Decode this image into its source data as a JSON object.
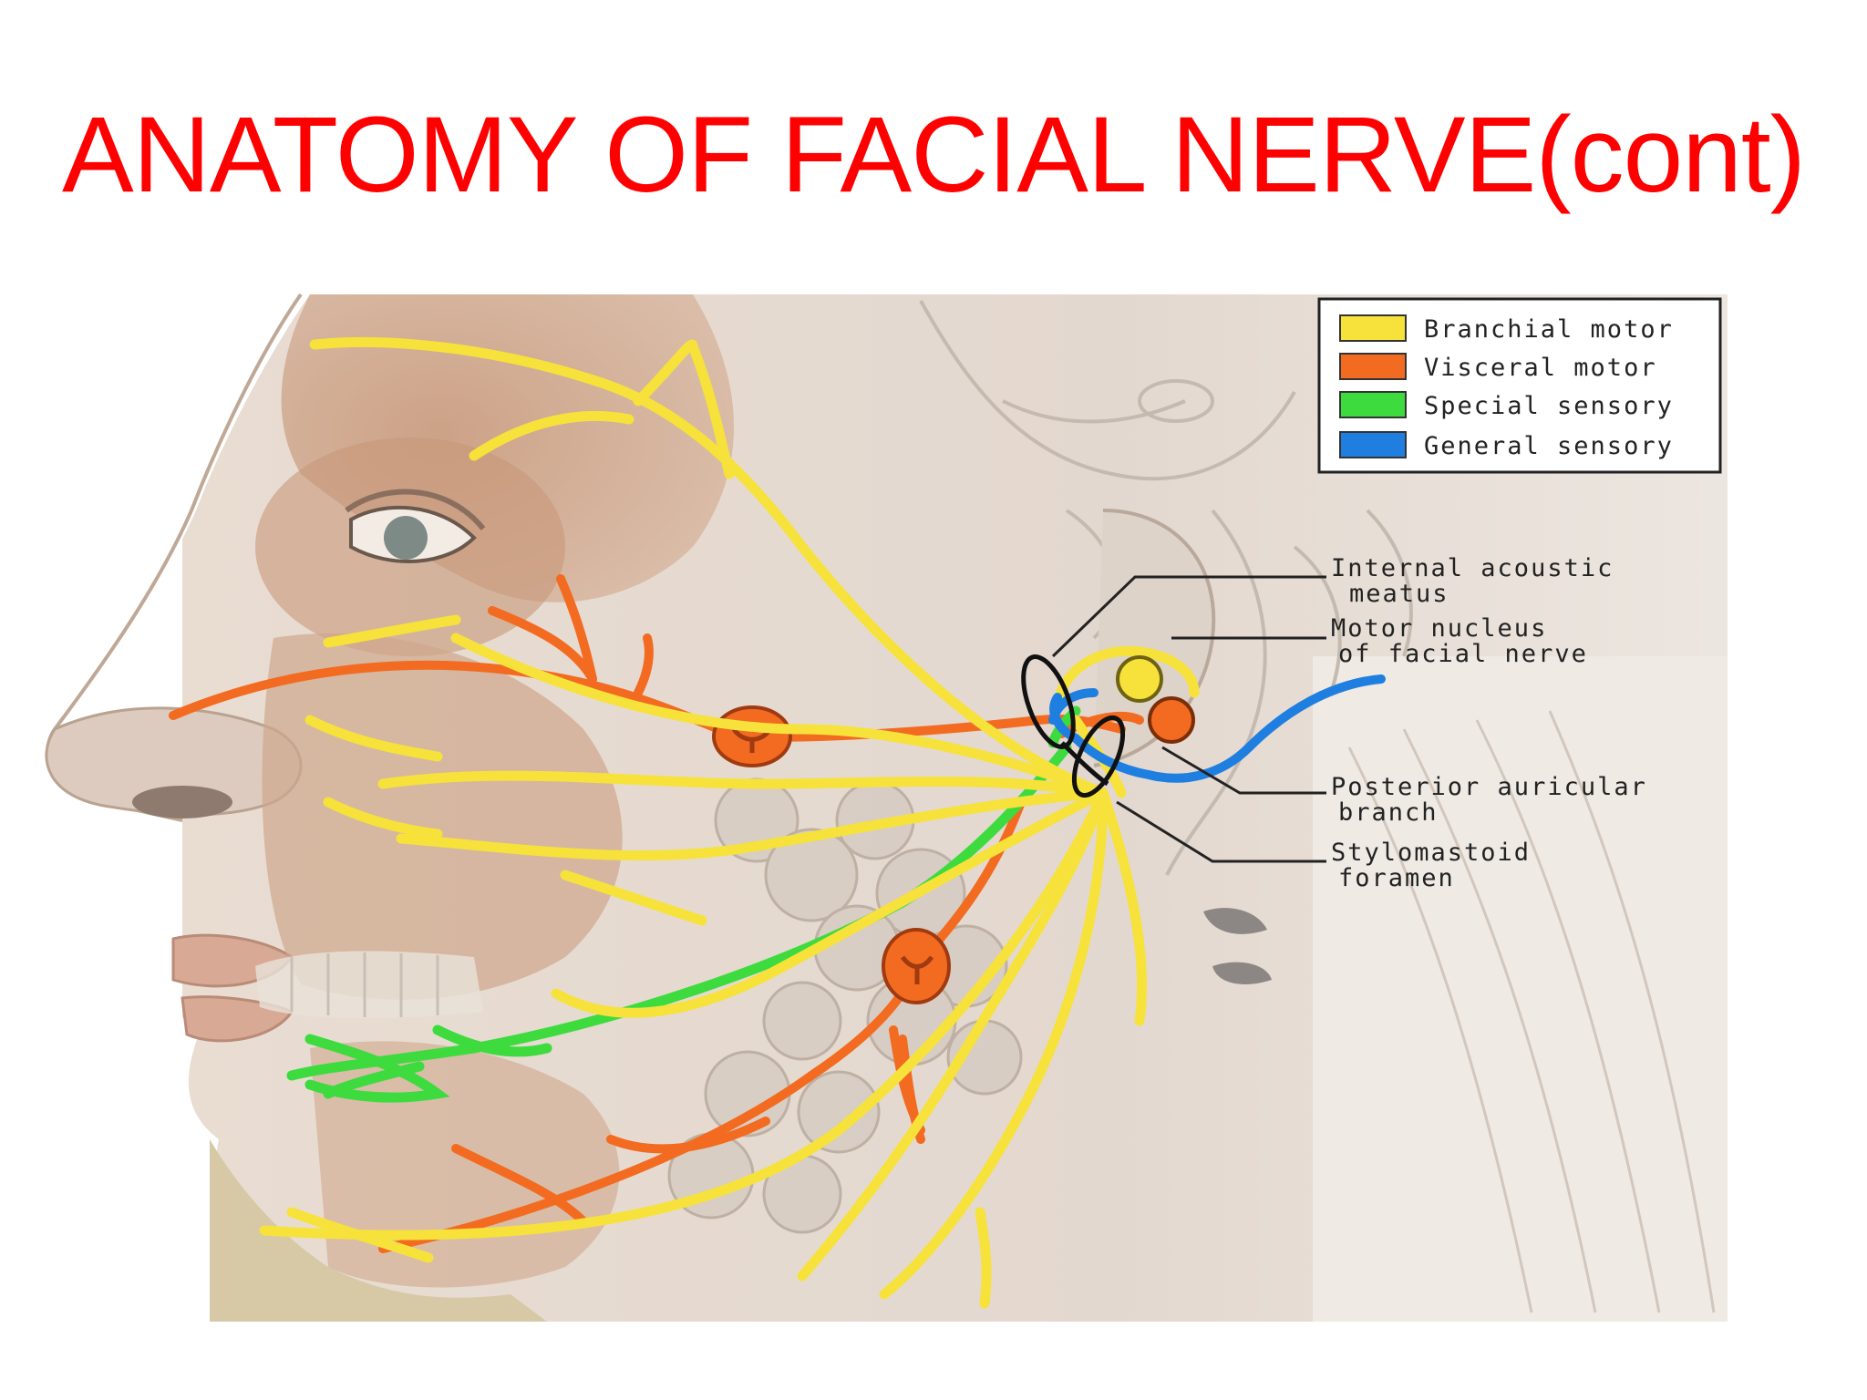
{
  "slide": {
    "title": "ANATOMY OF FACIAL NERVE(cont)",
    "title_color": "#FF0000"
  },
  "legend": {
    "items": [
      {
        "label": "Branchial motor",
        "color": "#F6E23A"
      },
      {
        "label": "Visceral motor",
        "color": "#F26B21"
      },
      {
        "label": "Special sensory",
        "color": "#3DDB3D"
      },
      {
        "label": "General sensory",
        "color": "#1F7FE0"
      }
    ]
  },
  "callouts": {
    "internal_acoustic_meatus": [
      "Internal acoustic",
      "meatus"
    ],
    "motor_nucleus": [
      "Motor nucleus",
      "of facial nerve"
    ],
    "posterior_auricular": [
      "Posterior auricular",
      "branch"
    ],
    "stylomastoid": [
      "Stylomastoid",
      "foramen"
    ]
  },
  "colors": {
    "branchial_motor": "#F6E23A",
    "visceral_motor": "#F26B21",
    "special_sensory": "#3DDB3D",
    "general_sensory": "#1F7FE0",
    "skin": "#E6D5C5",
    "muscle": "#C9987A"
  }
}
